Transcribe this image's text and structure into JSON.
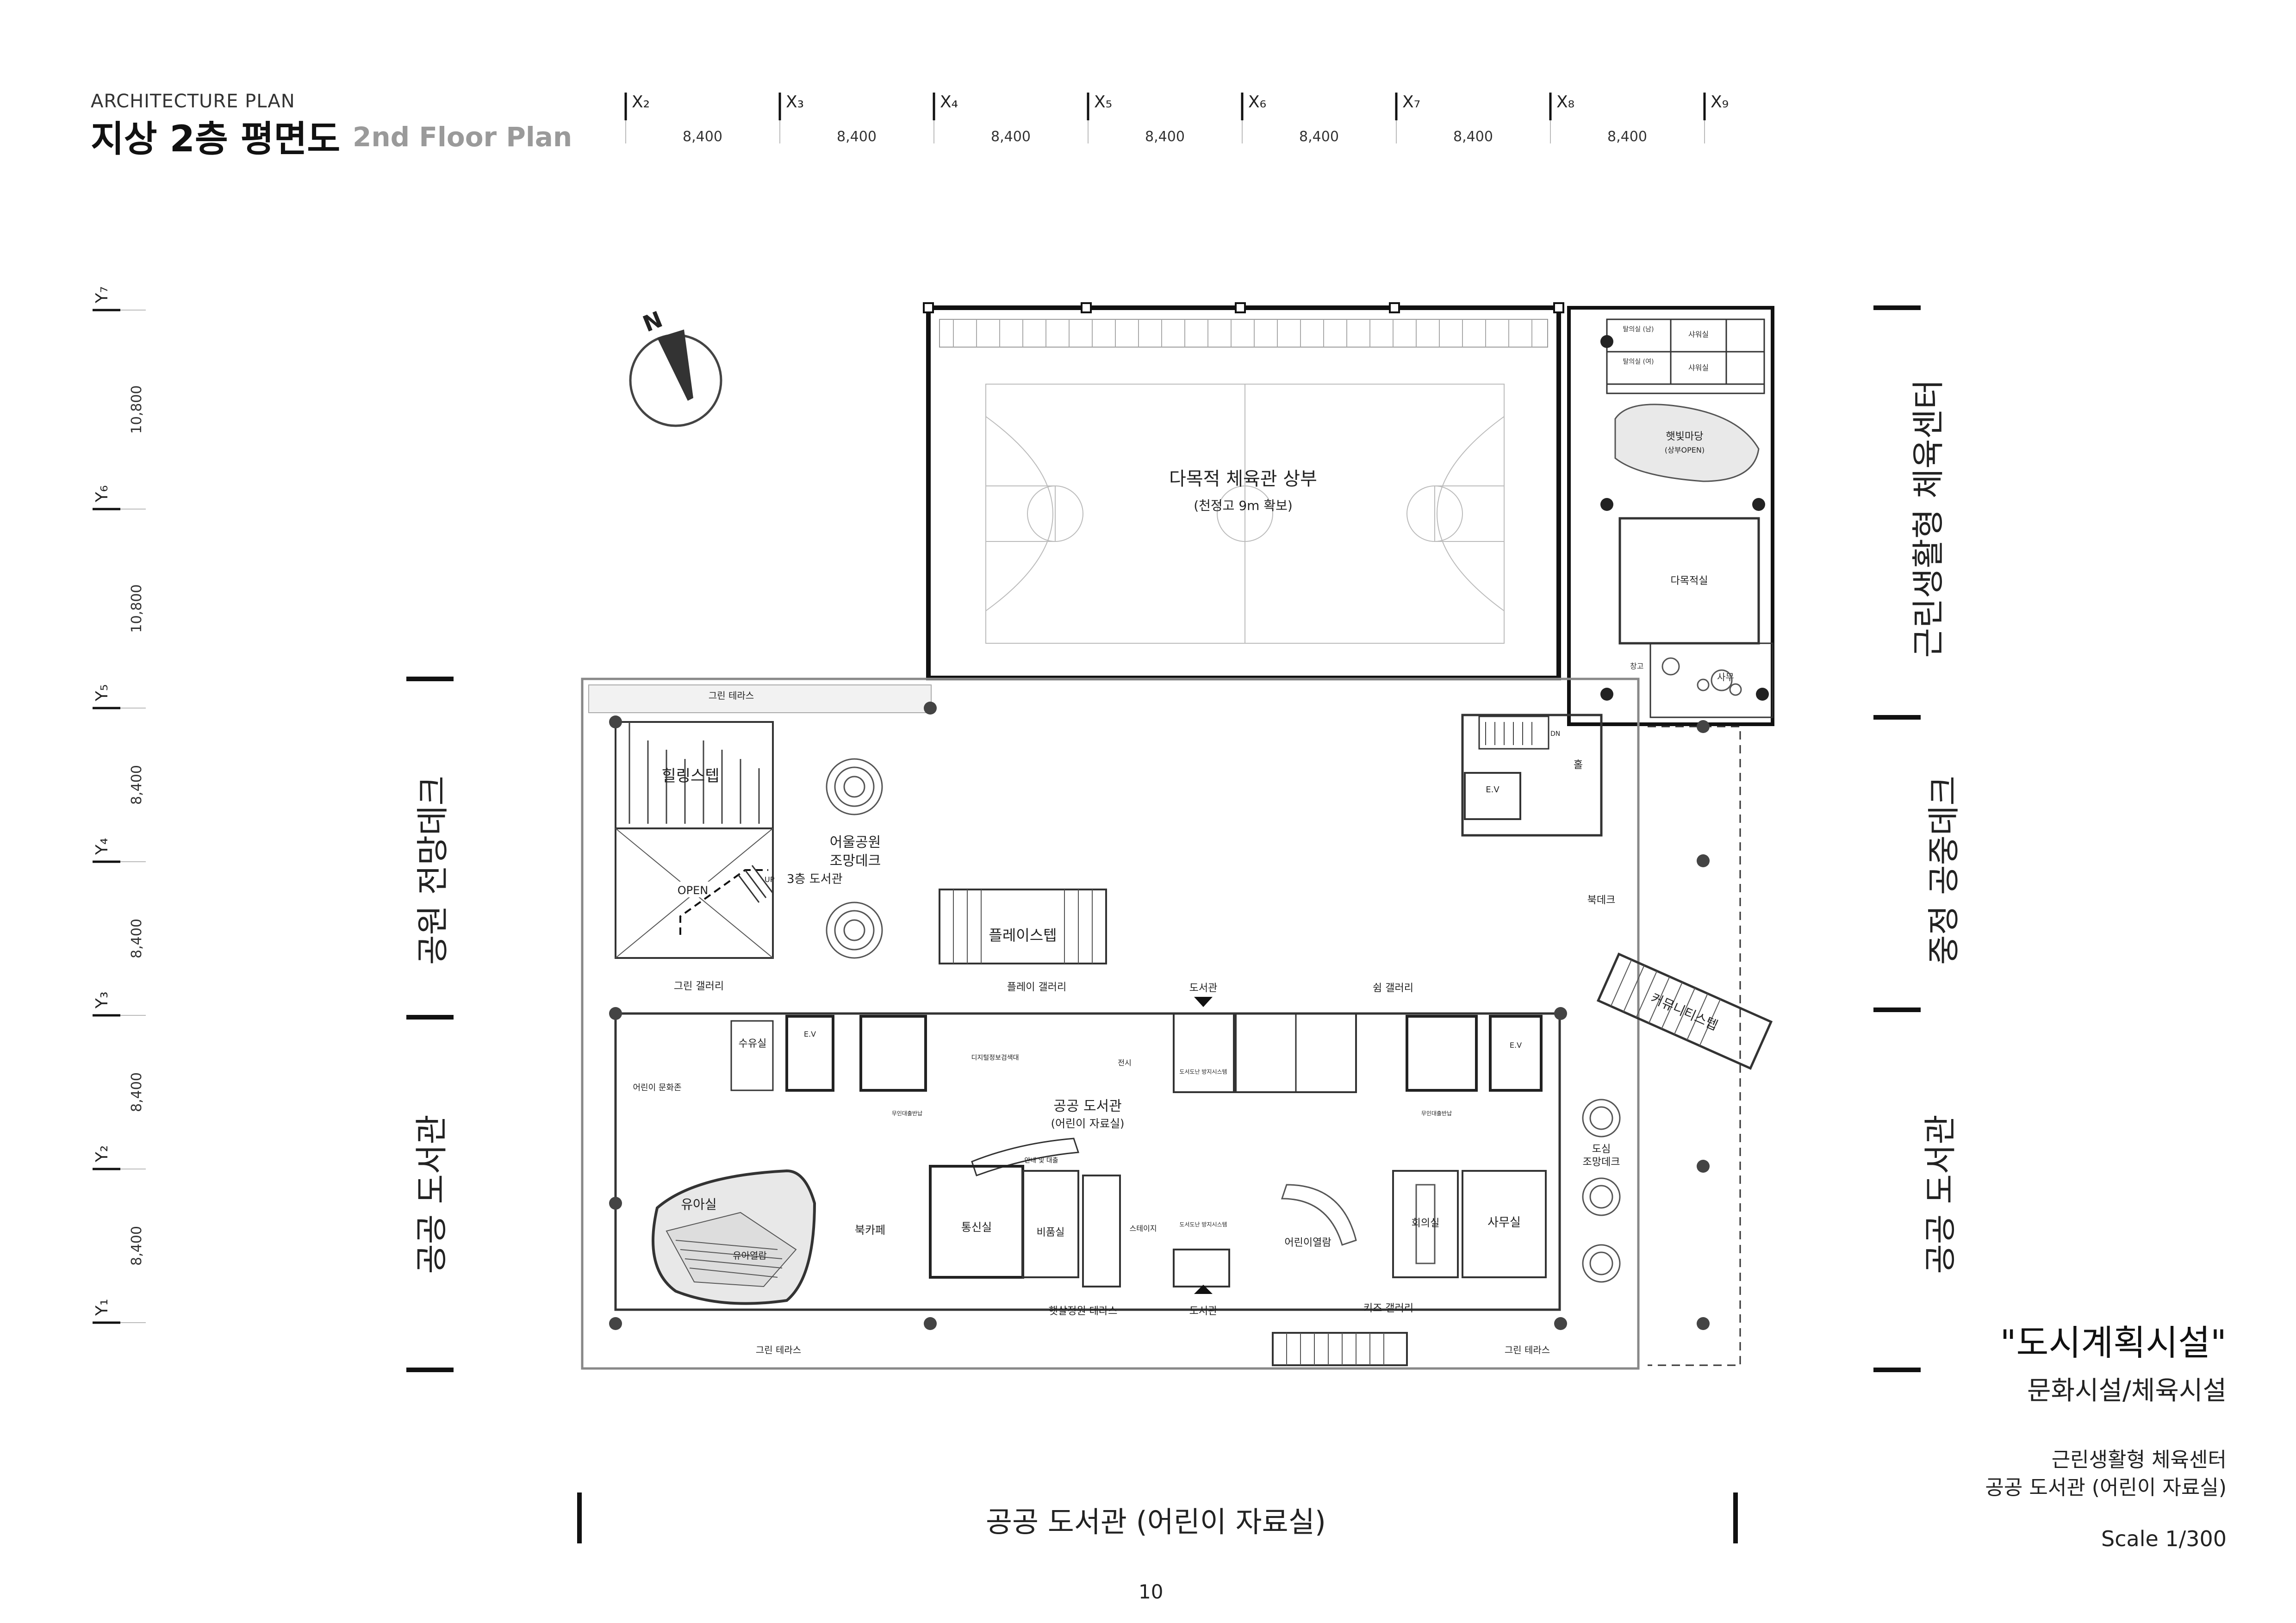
{
  "header": {
    "subtitle": "ARCHITECTURE PLAN",
    "title": "지상 2층 평면도",
    "title_en": "2nd Floor Plan"
  },
  "grid": {
    "x_axes": [
      "X₂",
      "X₃",
      "X₄",
      "X₅",
      "X₆",
      "X₇",
      "X₈",
      "X₉"
    ],
    "x_spans": [
      "8,400",
      "8,400",
      "8,400",
      "8,400",
      "8,400",
      "8,400",
      "8,400"
    ],
    "y_axes": [
      "Y₇",
      "Y₆",
      "Y₅",
      "Y₄",
      "Y₃",
      "Y₂",
      "Y₁"
    ],
    "y_spans": [
      "10,800",
      "10,800",
      "8,400",
      "8,400",
      "8,400",
      "8,400"
    ]
  },
  "zones": {
    "left_top": "공원 전망데크",
    "left_bottom": "공공 도서관",
    "right_top": "근린생활형 체육센터",
    "right_mid": "중정 공중데크",
    "right_bottom": "공공 도서관",
    "bottom": "공공 도서관 (어린이 자료실)"
  },
  "rooms": {
    "gym_title": "다목적 체육관 상부",
    "gym_sub": "(천정고 9m 확보)",
    "changing_m": "탈의실 (남)",
    "changing_f": "탈의실 (여)",
    "shower_1": "샤워실",
    "shower_2": "샤워실",
    "sunny_yard": "햇빛마당",
    "sunny_yard_sub": "(상부OPEN)",
    "multipurpose": "다목적실",
    "storage": "창고",
    "lounge": "사무",
    "hall": "홀",
    "ev": "E.V",
    "green_terrace": "그린 테라스",
    "healing_step": "힐링스텝",
    "open": "OPEN",
    "to_3f": "3층 도서관",
    "park_deck": "어울공원",
    "park_deck_sub": "조망데크",
    "play_step": "플레이스텝",
    "green_gallery": "그린 갤러리",
    "play_gallery": "플레이 갤러리",
    "library_sign": "도서관",
    "rest_gallery": "쉼 갤러리",
    "book_deck": "북데크",
    "community_step": "커뮤니티스텝",
    "nursing": "수유실",
    "kids_culture": "어린이 문화존",
    "digital": "디지털정보검색대",
    "exhibit": "전시",
    "self_return": "무인대출반납",
    "book_system": "도서도난 방지시스템",
    "public_library": "공공 도서관",
    "public_library_sub": "(어린이 자료실)",
    "info_desk": "안내 및 대출",
    "infant_room": "유아실",
    "infant_reading": "유아열람",
    "book_cafe": "북카페",
    "comm_room": "통신실",
    "supply": "비품실",
    "stage": "스테이지",
    "kids_reading": "어린이열람",
    "meeting": "회의실",
    "office": "사무실",
    "city_deck": "도심",
    "city_deck_sub": "조망데크",
    "sunny_terrace": "햇살정원 테라스",
    "kids_gallery": "키즈 갤러리",
    "dn": "DN",
    "up": "UP"
  },
  "legend": {
    "main": "\"도시계획시설\"",
    "sub": "문화시설/체육시설",
    "line1": "근린생활형 체육센터",
    "line2": "공공 도서관 (어린이 자료실)",
    "scale": "Scale 1/300"
  },
  "page_number": "10"
}
